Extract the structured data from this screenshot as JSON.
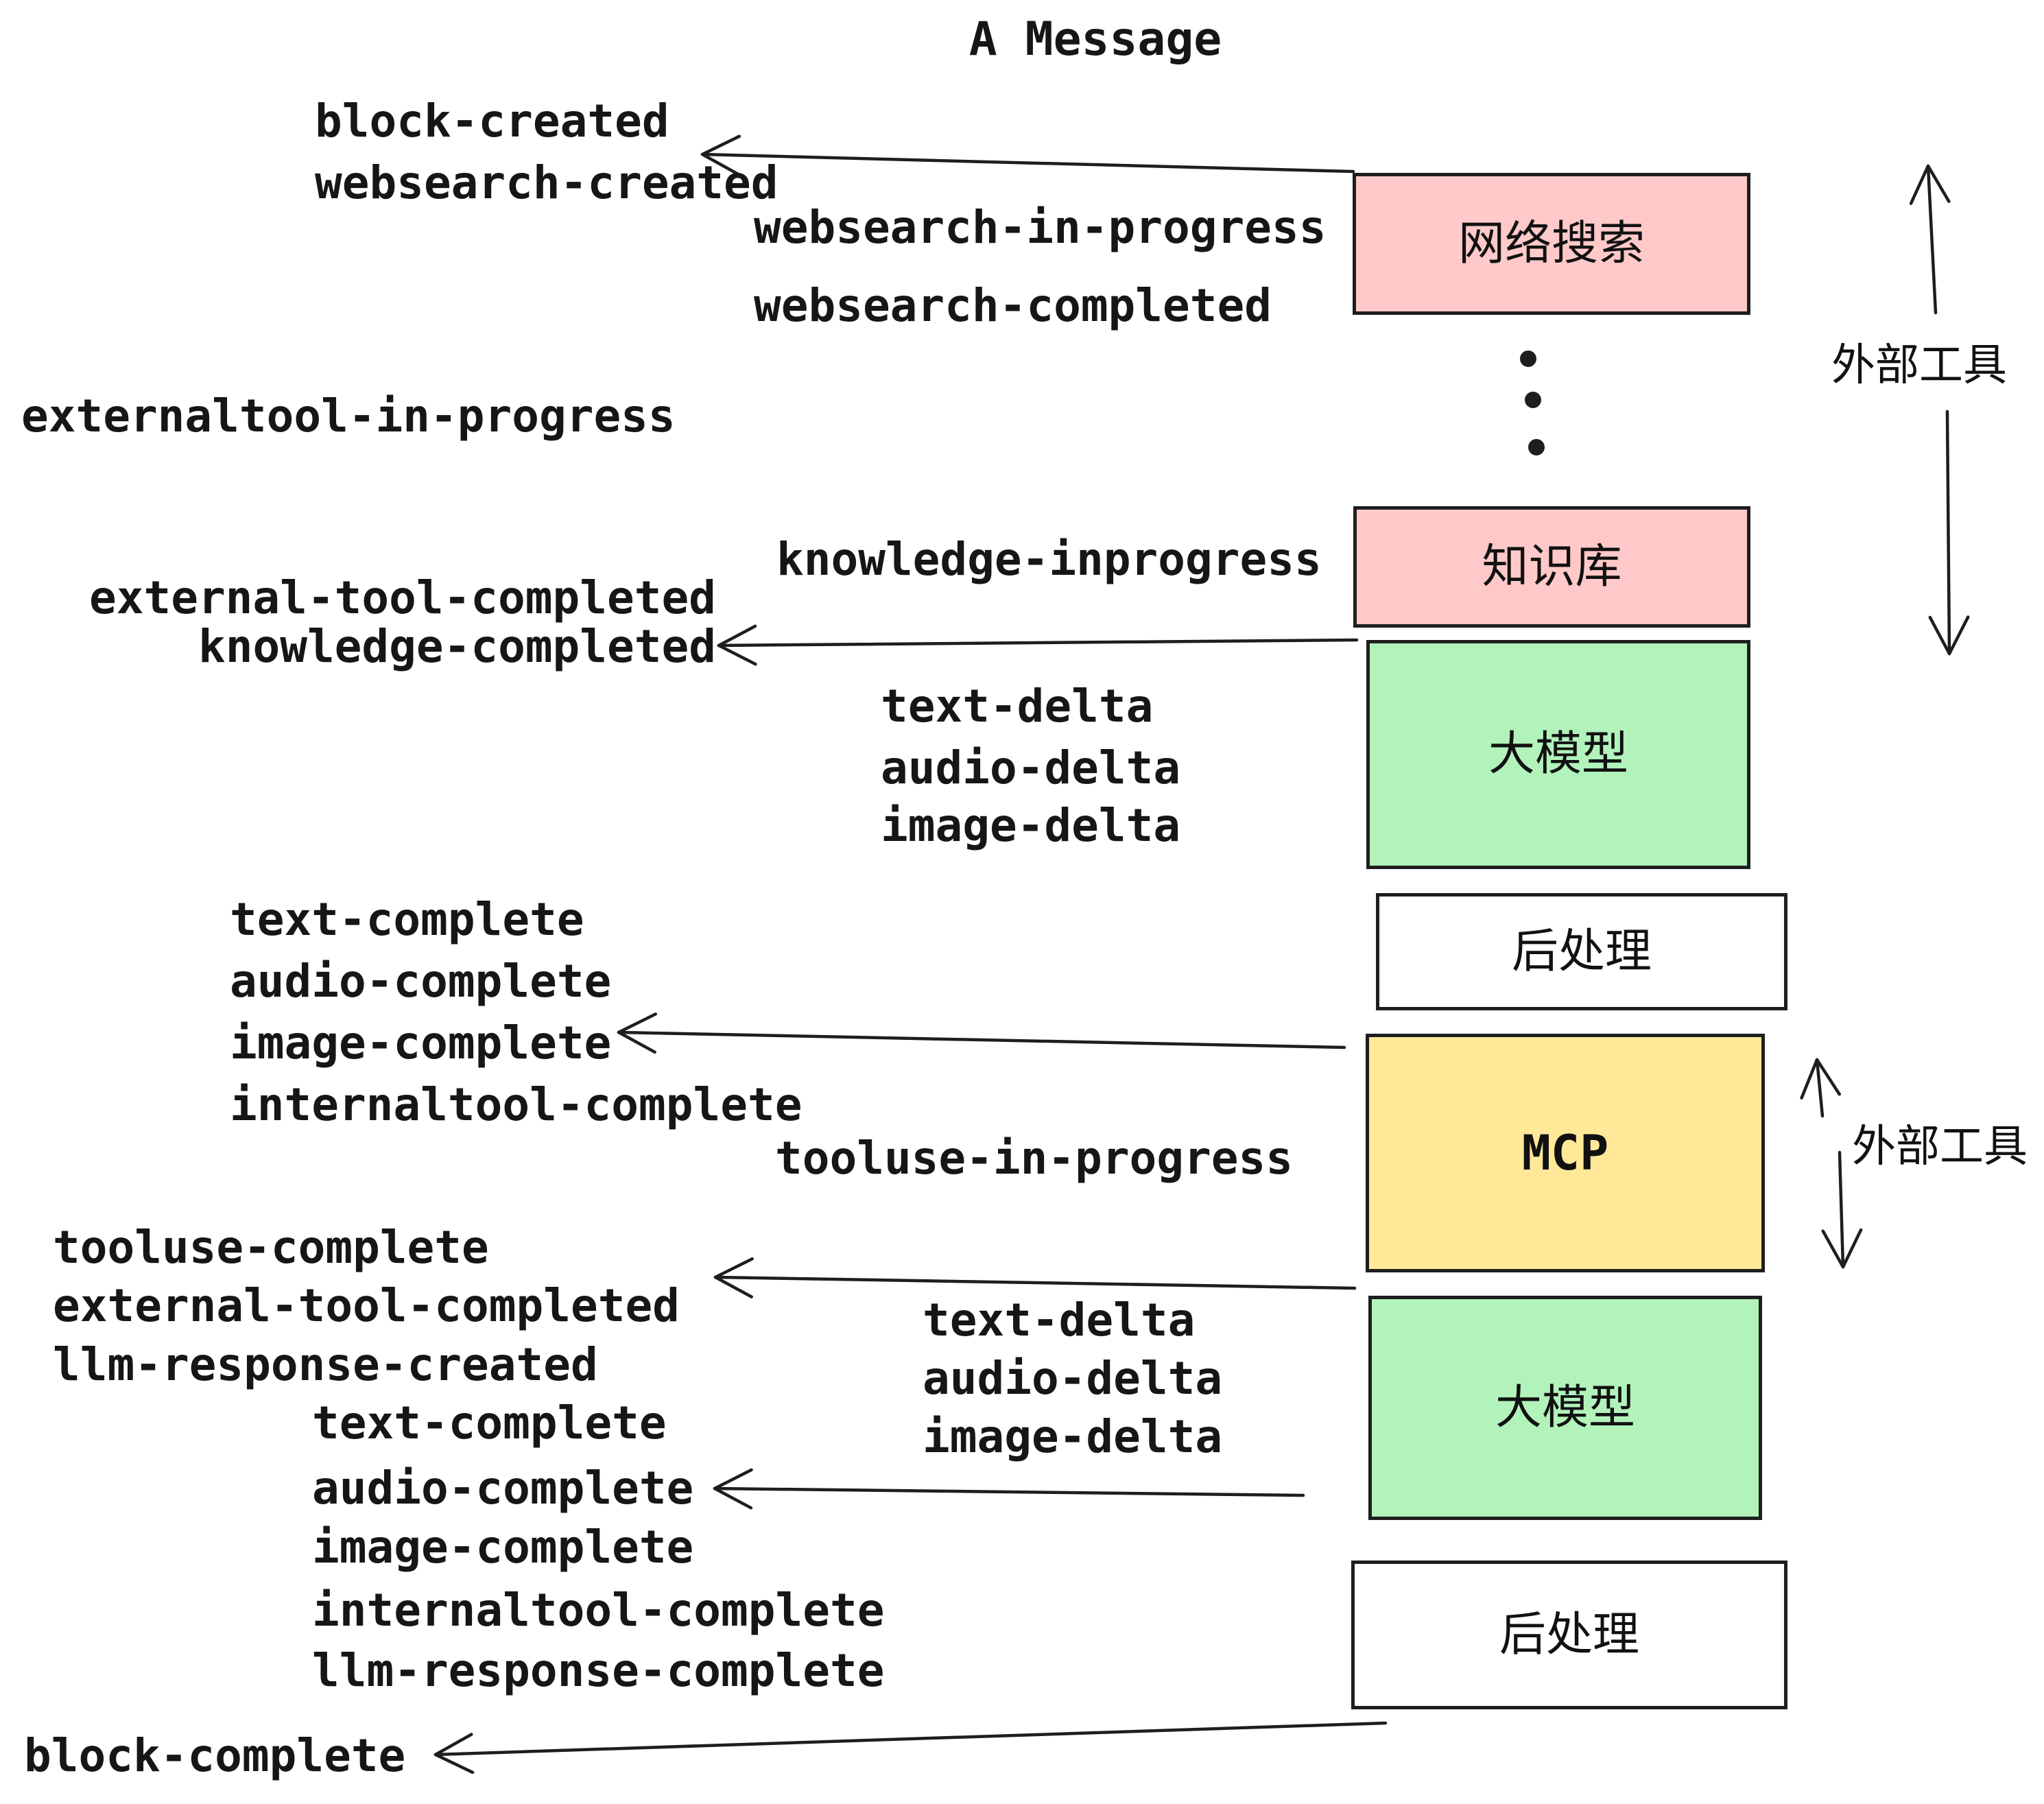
{
  "title": "A Message",
  "palette": {
    "ink": "#1e1e1e",
    "text": "#161616",
    "pink": "#ffc9c9",
    "green": "#b2f2bb",
    "yellow": "#ffe999",
    "white": "#ffffff",
    "background": "#ffffff"
  },
  "boxes": {
    "websearch": {
      "label": "网络搜索",
      "fill": "#ffc9c9"
    },
    "knowledge": {
      "label": "知识库",
      "fill": "#ffc9c9"
    },
    "llm_1": {
      "label": "大模型",
      "fill": "#b2f2bb"
    },
    "post_1": {
      "label": "后处理",
      "fill": "#ffffff"
    },
    "mcp": {
      "label": "MCP",
      "fill": "#ffe999"
    },
    "llm_2": {
      "label": "大模型",
      "fill": "#b2f2bb"
    },
    "post_2": {
      "label": "后处理",
      "fill": "#ffffff"
    }
  },
  "side_annotations": {
    "external_tools_1": {
      "label": "外部工具"
    },
    "external_tools_2": {
      "label": "外部工具"
    }
  },
  "events": {
    "block_created": "block-created",
    "websearch_created": "websearch-created",
    "websearch_in_progress": "websearch-in-progress",
    "websearch_completed": "websearch-completed",
    "externaltool_in_progress": "externaltool-in-progress",
    "knowledge_inprogress": "knowledge-inprogress",
    "external_tool_completed_1": "external-tool-completed",
    "knowledge_completed": "knowledge-completed",
    "text_delta_1": "text-delta",
    "audio_delta_1": "audio-delta",
    "image_delta_1": "image-delta",
    "text_complete_1": "text-complete",
    "audio_complete_1": "audio-complete",
    "image_complete_1": "image-complete",
    "internaltool_complete_1": "internaltool-complete",
    "tooluse_in_progress": "tooluse-in-progress",
    "tooluse_complete": "tooluse-complete",
    "external_tool_completed_2": "external-tool-completed",
    "llm_response_created": "llm-response-created",
    "text_delta_2": "text-delta",
    "audio_delta_2": "audio-delta",
    "image_delta_2": "image-delta",
    "text_complete_2": "text-complete",
    "audio_complete_2": "audio-complete",
    "image_complete_2": "image-complete",
    "internaltool_complete_2": "internaltool-complete",
    "llm_response_complete": "llm-response-complete",
    "block_complete": "block-complete"
  }
}
